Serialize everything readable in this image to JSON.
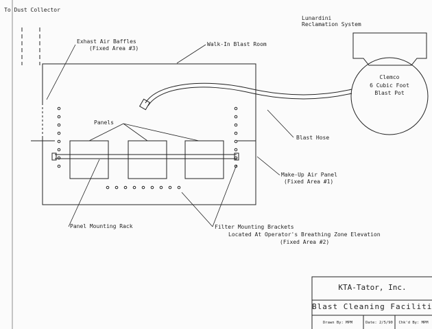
{
  "labels": {
    "dust_collector": "To Dust Collector",
    "lunardini_line1": "Lunardini",
    "lunardini_line2": "Reclamation System",
    "baffles_line1": "Exhast Air Baffles",
    "baffles_line2": "(Fixed Area #3)",
    "walk_in": "Walk-In Blast Room",
    "pot_line1": "Clemco",
    "pot_line2": "6 Cubic Foot",
    "pot_line3": "Blast Pot",
    "panels": "Panels",
    "blast_hose": "Blast Hose",
    "makeup_line1": "Make-Up Air Panel",
    "makeup_line2": "(Fixed Area #1)",
    "rack": "Panel Mounting Rack",
    "filter_line1": "Filter Mounting Brackets",
    "filter_line2": "Located At Operator's Breathing Zone Elevation",
    "filter_line3": "(Fixed Area #2)"
  },
  "title_block": {
    "company": "KTA-Tator, Inc.",
    "title": "Blast Cleaning Facilities",
    "drawn_by": "Drawn By: MPM",
    "date": "Date: 2/5/90",
    "checked_by": "Chk'd By: MPM"
  }
}
